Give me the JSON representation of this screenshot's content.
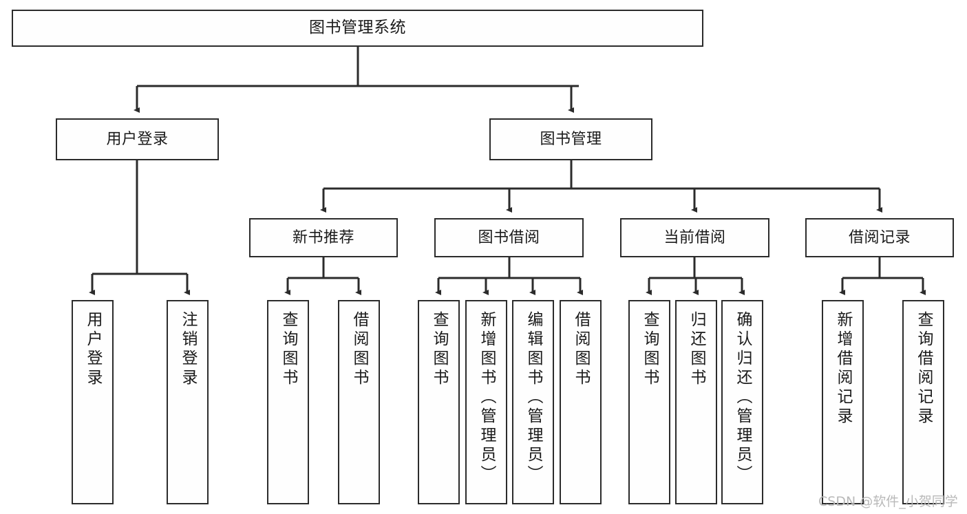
{
  "diagram": {
    "title": "图书管理系统",
    "watermark": "CSDN @软件_小贺同学",
    "colors": {
      "box_border": "#2b2b2b",
      "box_fill": "#fefefe",
      "edge": "#2b2b2b",
      "text": "#1a1a1a",
      "watermark": "#b9b9b9"
    },
    "levels": {
      "root": "图书管理系统",
      "level2": [
        "用户登录",
        "图书管理"
      ],
      "level3": [
        "新书推荐",
        "图书借阅",
        "当前借阅",
        "借阅记录"
      ]
    },
    "nodes": {
      "root": {
        "label": "图书管理系统"
      },
      "user_login": {
        "label": "用户登录"
      },
      "book_manage": {
        "label": "图书管理"
      },
      "new_book_rec": {
        "label": "新书推荐"
      },
      "book_borrow": {
        "label": "图书借阅"
      },
      "current_borrow": {
        "label": "当前借阅"
      },
      "borrow_record": {
        "label": "借阅记录"
      },
      "leaf_user_login": {
        "label": "用户登录"
      },
      "leaf_logout": {
        "label": "注销登录"
      },
      "leaf_query_book_1": {
        "label": "查询图书"
      },
      "leaf_borrow_book_1": {
        "label": "借阅图书"
      },
      "leaf_query_book_2": {
        "label": "查询图书"
      },
      "leaf_add_book": {
        "label": "新增图书（管理员）"
      },
      "leaf_edit_book": {
        "label": "编辑图书（管理员）"
      },
      "leaf_borrow_book_2": {
        "label": "借阅图书"
      },
      "leaf_query_book_3": {
        "label": "查询图书"
      },
      "leaf_return_book": {
        "label": "归还图书"
      },
      "leaf_confirm_return": {
        "label": "确认归还（管理员）"
      },
      "leaf_add_record": {
        "label": "新增借阅记录"
      },
      "leaf_query_record": {
        "label": "查询借阅记录"
      }
    },
    "edges": [
      {
        "from": "root",
        "to": "user_login"
      },
      {
        "from": "root",
        "to": "book_manage"
      },
      {
        "from": "user_login",
        "to": "leaf_user_login"
      },
      {
        "from": "user_login",
        "to": "leaf_logout"
      },
      {
        "from": "book_manage",
        "to": "new_book_rec"
      },
      {
        "from": "book_manage",
        "to": "book_borrow"
      },
      {
        "from": "book_manage",
        "to": "current_borrow"
      },
      {
        "from": "book_manage",
        "to": "borrow_record"
      },
      {
        "from": "new_book_rec",
        "to": "leaf_query_book_1"
      },
      {
        "from": "new_book_rec",
        "to": "leaf_borrow_book_1"
      },
      {
        "from": "book_borrow",
        "to": "leaf_query_book_2"
      },
      {
        "from": "book_borrow",
        "to": "leaf_add_book"
      },
      {
        "from": "book_borrow",
        "to": "leaf_edit_book"
      },
      {
        "from": "book_borrow",
        "to": "leaf_borrow_book_2"
      },
      {
        "from": "current_borrow",
        "to": "leaf_query_book_3"
      },
      {
        "from": "current_borrow",
        "to": "leaf_return_book"
      },
      {
        "from": "current_borrow",
        "to": "leaf_confirm_return"
      },
      {
        "from": "borrow_record",
        "to": "leaf_add_record"
      },
      {
        "from": "borrow_record",
        "to": "leaf_query_record"
      }
    ]
  }
}
